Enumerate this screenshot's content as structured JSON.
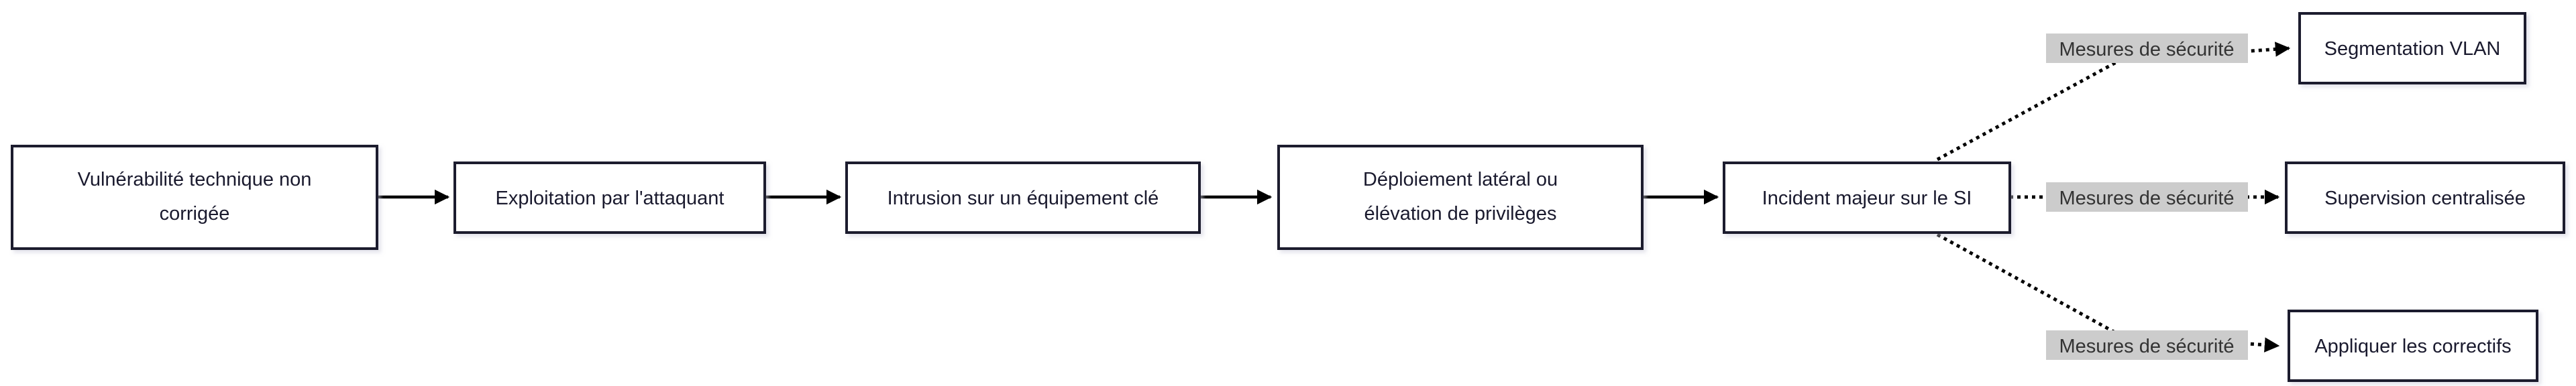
{
  "nodes": {
    "vulnerability": {
      "line1": "Vulnérabilité technique non",
      "line2": "corrigée"
    },
    "exploitation": {
      "text": "Exploitation par l'attaquant"
    },
    "intrusion": {
      "text": "Intrusion sur un équipement clé"
    },
    "lateral": {
      "line1": "Déploiement latéral ou",
      "line2": "élévation de privilèges"
    },
    "incident": {
      "text": "Incident majeur sur le SI"
    },
    "vlan": {
      "text": "Segmentation VLAN"
    },
    "supervision": {
      "text": "Supervision centralisée"
    },
    "patches": {
      "text": "Appliquer les correctifs"
    }
  },
  "edge_labels": {
    "to_vlan": "Mesures de sécurité",
    "to_supervision": "Mesures de sécurité",
    "to_patches": "Mesures de sécurité"
  }
}
